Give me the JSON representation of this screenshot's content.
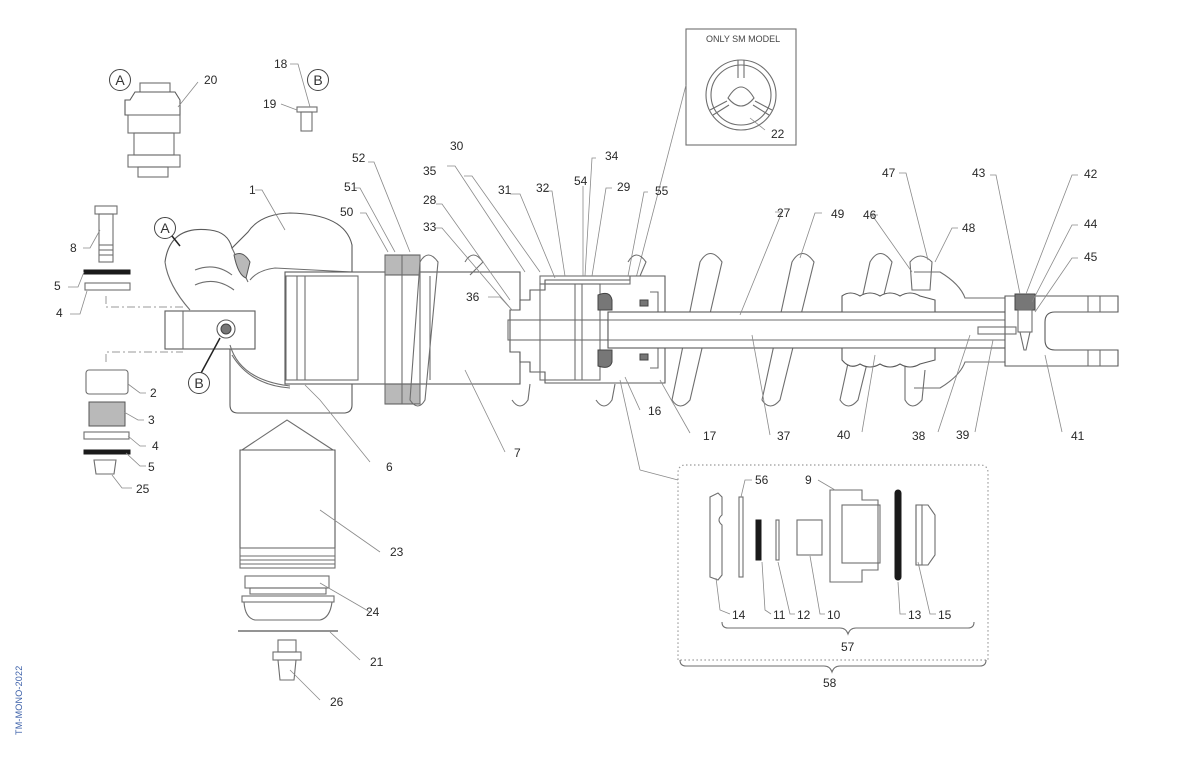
{
  "diagram": {
    "title": "Monoshock exploded parts diagram",
    "document_code": "TM-MONO-2022",
    "inset": {
      "title": "ONLY SM MODEL",
      "part_label": "22"
    },
    "callouts": {
      "A": "A",
      "B": "B"
    },
    "part_labels": {
      "p1": "1",
      "p2": "2",
      "p3": "3",
      "p4a": "4",
      "p4b": "4",
      "p5a": "5",
      "p5b": "5",
      "p6": "6",
      "p7": "7",
      "p8": "8",
      "p9": "9",
      "p10": "10",
      "p11": "11",
      "p12": "12",
      "p13": "13",
      "p14": "14",
      "p15": "15",
      "p16": "16",
      "p17": "17",
      "p18": "18",
      "p19": "19",
      "p20": "20",
      "p21": "21",
      "p23": "23",
      "p24": "24",
      "p25": "25",
      "p26": "26",
      "p27": "27",
      "p28": "28",
      "p29": "29",
      "p30": "30",
      "p31": "31",
      "p32": "32",
      "p33": "33",
      "p34": "34",
      "p35": "35",
      "p36": "36",
      "p37": "37",
      "p38": "38",
      "p39": "39",
      "p40": "40",
      "p41": "41",
      "p42": "42",
      "p43": "43",
      "p44": "44",
      "p45": "45",
      "p46": "46",
      "p47": "47",
      "p48": "48",
      "p49": "49",
      "p50": "50",
      "p51": "51",
      "p52": "52",
      "p54": "54",
      "p55": "55",
      "p56": "56",
      "p57": "57",
      "p58": "58"
    },
    "colors": {
      "line": "#6e6e6e",
      "doc_code": "#3b5fa8"
    }
  }
}
